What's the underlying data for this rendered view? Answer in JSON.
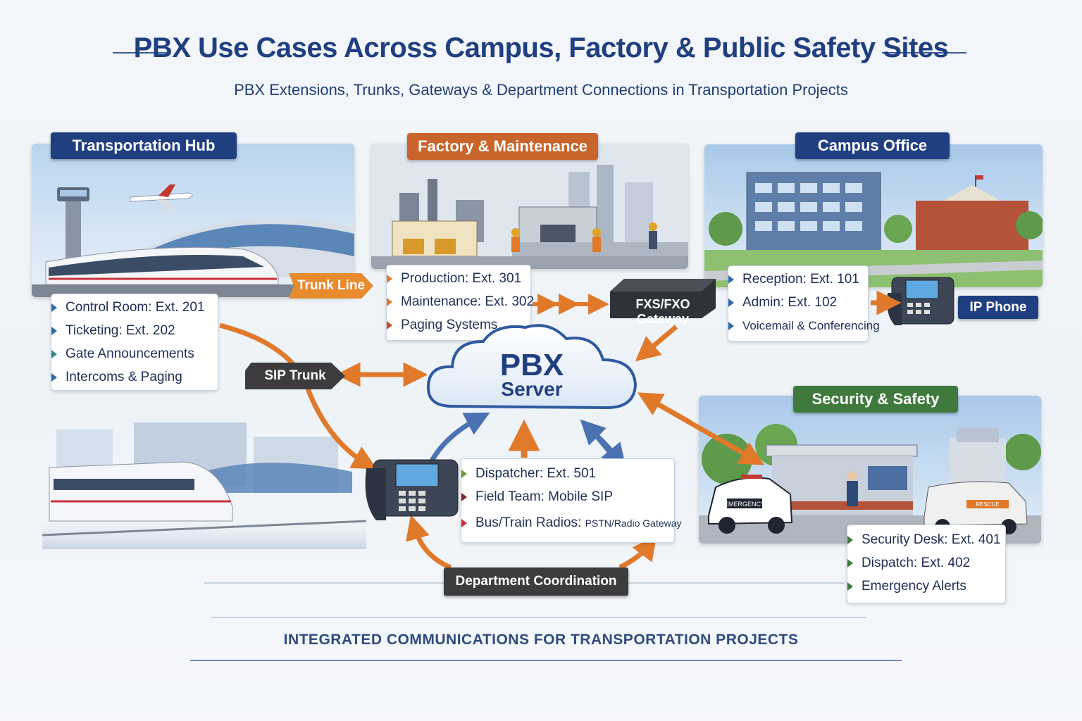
{
  "header": {
    "title": "PBX Use Cases Across Campus, Factory & Public Safety Sites",
    "subtitle": "PBX Extensions, Trunks, Gateways & Department Connections in Transportation Projects"
  },
  "sections": {
    "transportation_hub": {
      "label": "Transportation Hub",
      "items": [
        "Control Room: Ext. 201",
        "Ticketing: Ext. 202",
        "Gate Announcements",
        "Intercoms & Paging"
      ]
    },
    "factory": {
      "label": "Factory & Maintenance",
      "items": [
        "Production: Ext. 301",
        "Maintenance: Ext. 302",
        "Paging Systems"
      ]
    },
    "campus": {
      "label": "Campus Office",
      "items": [
        "Reception: Ext. 101",
        "Admin: Ext. 102",
        "Voicemail & Conferencing"
      ]
    },
    "security": {
      "label": "Security & Safety",
      "items": [
        "Security Desk: Ext. 401",
        "Dispatch: Ext. 402",
        "Emergency Alerts"
      ],
      "vehicle_markings": [
        "EMERGENCY",
        "RESCUE"
      ]
    },
    "dispatch": {
      "items": [
        {
          "label": "Dispatcher: Ext. 501"
        },
        {
          "label": "Field Team: Mobile SIP"
        },
        {
          "label": "Bus/Train Radios:",
          "detail": "PSTN/Radio Gateway"
        }
      ]
    }
  },
  "connectors": {
    "trunk_line": "Trunk Line",
    "sip_trunk": "SIP Trunk",
    "gateway": "FXS/FXO Gateway",
    "ip_phone": "IP Phone",
    "department_coordination": "Department Coordination"
  },
  "center": {
    "line1": "PBX",
    "line2": "Server"
  },
  "footer": "INTEGRATED COMMUNICATIONS FOR TRANSPORTATION PROJECTS",
  "colors": {
    "navy": "#1f3f80",
    "orange": "#e07a2a",
    "arrow_blue": "#4a72b0",
    "green": "#3f7a3c",
    "dark_label": "#3c3c3e"
  }
}
